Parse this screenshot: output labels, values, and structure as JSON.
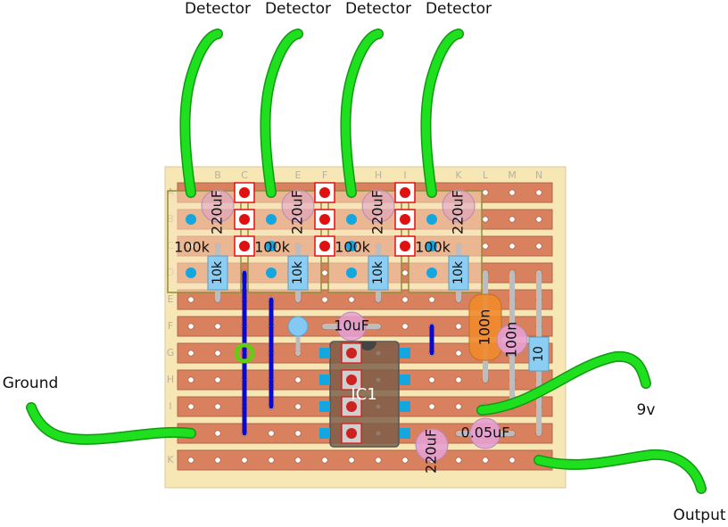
{
  "board": {
    "columns": [
      "A",
      "B",
      "C",
      "D",
      "E",
      "F",
      "G",
      "H",
      "I",
      "J",
      "K",
      "L",
      "M",
      "N"
    ],
    "rows": [
      "A",
      "B",
      "C",
      "D",
      "E",
      "F",
      "G",
      "H",
      "I",
      "J",
      "K"
    ],
    "colors": {
      "board": "#f7e7b4",
      "strip": "#d9805e",
      "strip_light": "#eab493",
      "hole": "#ffffff",
      "wire_green": "#1ee01e",
      "jumper_blue": "#0a0acf",
      "resistor_blue": "#8ccdf3",
      "cap_pink": "#e6a3d0",
      "cap_orange": "#f08a2c",
      "ic_body": "#8a6a55",
      "pad_red": "#e01010",
      "pad_cyan": "#14a6de"
    }
  },
  "labels": {
    "detectors": [
      "Detector",
      "Detector",
      "Detector",
      "Detector"
    ],
    "ground": "Ground",
    "supply": "9v",
    "output": "Output"
  },
  "components": {
    "cap_220uf": [
      "220uF",
      "220uF",
      "220uF",
      "220uF"
    ],
    "res_100k": [
      "100k",
      "100k",
      "100k",
      "100k"
    ],
    "res_10k": [
      "10k",
      "10k",
      "10k",
      "10k"
    ],
    "cap_10uf": "10uF",
    "ic": "IC1",
    "cap_100n_orange": "100n",
    "cap_100n_pink": "100n",
    "res_10": "10",
    "cap_220uf_bottom": "220uF",
    "cap_005uf": "0.05uF"
  }
}
